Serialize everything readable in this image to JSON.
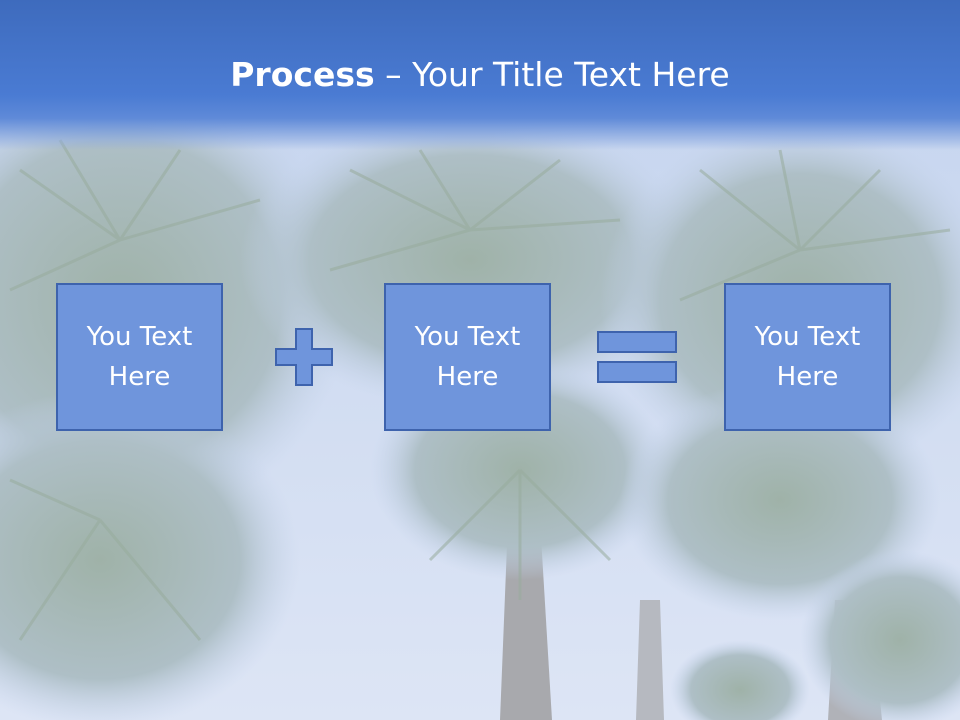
{
  "slide": {
    "title_bold": "Process",
    "title_rest": " – Your Title Text Here"
  },
  "boxes": [
    {
      "label": "You Text Here"
    },
    {
      "label": "You Text Here"
    },
    {
      "label": "You Text Here"
    }
  ],
  "operators": [
    "plus-icon",
    "equals-icon"
  ],
  "colors": {
    "title_band": "#4a7bd3",
    "box_fill": "#6f95dc",
    "box_border": "#3e63ad",
    "text": "#ffffff"
  }
}
